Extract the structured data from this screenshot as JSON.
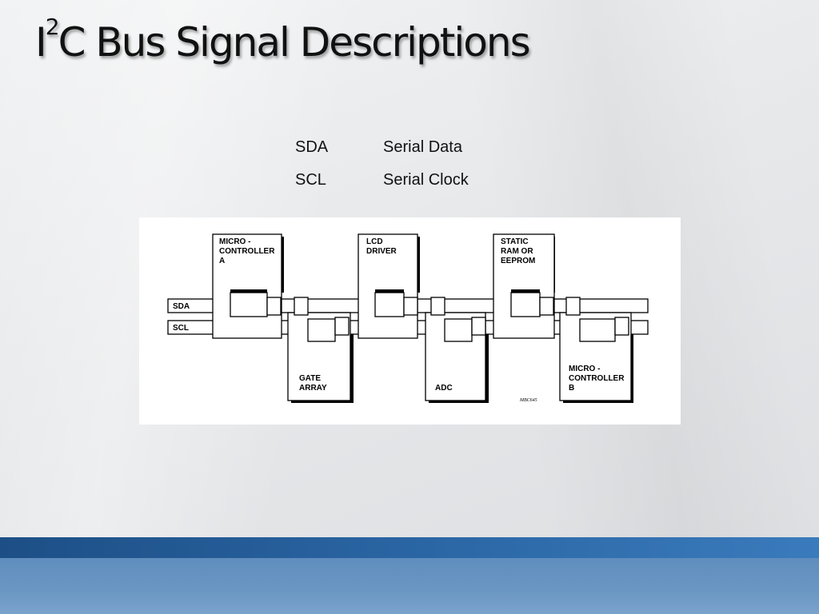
{
  "slide": {
    "title_prefix": "I",
    "title_superscript": "2",
    "title_rest": "C Bus Signal Descriptions"
  },
  "signals": [
    {
      "abbr": "SDA",
      "desc": "Serial Data"
    },
    {
      "abbr": "SCL",
      "desc": "Serial Clock"
    }
  ],
  "figure": {
    "line_labels": [
      "SDA",
      "SCL"
    ],
    "devices_top": [
      {
        "lines": [
          "MICRO -",
          "CONTROLLER",
          "A"
        ]
      },
      {
        "lines": [
          "LCD",
          "DRIVER"
        ]
      },
      {
        "lines": [
          "STATIC",
          "RAM OR",
          "EEPROM"
        ]
      }
    ],
    "devices_bottom": [
      {
        "lines": [
          "GATE",
          "ARRAY"
        ]
      },
      {
        "lines": [
          "ADC"
        ]
      },
      {
        "lines": [
          "MICRO -",
          "CONTROLLER",
          "B"
        ]
      }
    ],
    "figure_code": "MBC645"
  }
}
